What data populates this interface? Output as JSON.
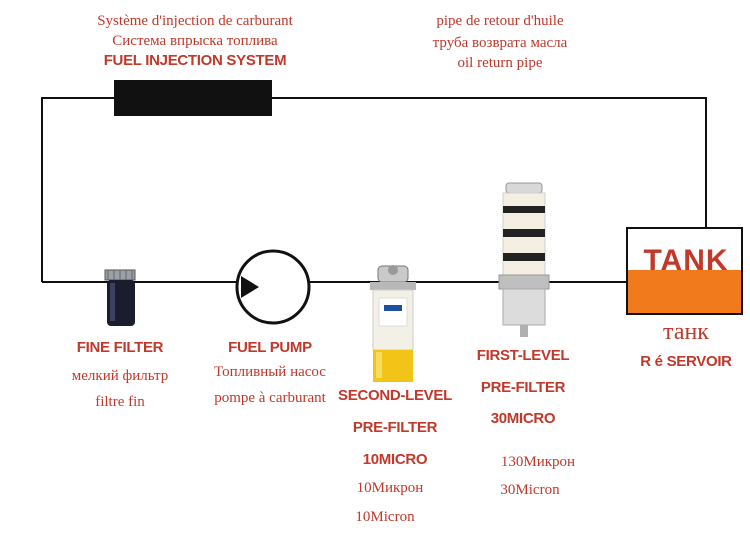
{
  "fuel_injection_system": {
    "label_fr": "Système d'injection de carburant",
    "label_ru": "Система впрыска топлива",
    "label_en": "FUEL INJECTION SYSTEM"
  },
  "return_pipe": {
    "label_fr": "pipe de retour d'huile",
    "label_ru": "труба возврата масла",
    "label_en": "oil return pipe"
  },
  "fine_filter": {
    "label_en": "FINE FILTER",
    "label_ru": "мелкий фильтр",
    "label_fr": "filtre fin"
  },
  "fuel_pump": {
    "label_en": "FUEL PUMP",
    "label_ru": "Топливный насос",
    "label_fr": "pompe à carburant"
  },
  "second_level_filter": {
    "label_en_1": "SECOND-LEVEL",
    "label_en_2": "PRE-FILTER",
    "label_en_3": "10MICRO",
    "label_ru": "10Микрон",
    "label_fr": "10Micron"
  },
  "first_level_filter": {
    "label_en_1": "FIRST-LEVEL",
    "label_en_2": "PRE-FILTER",
    "label_en_3": "30MICRO",
    "label_ru": "130Микрон",
    "label_fr": "30Micron"
  },
  "tank": {
    "title": "TANK",
    "label_ru": "танк",
    "label_fr": "R é SERVOIR"
  },
  "colors": {
    "label_red": "#c0392b",
    "fuel_orange": "#f07a1c",
    "line": "#111111"
  }
}
